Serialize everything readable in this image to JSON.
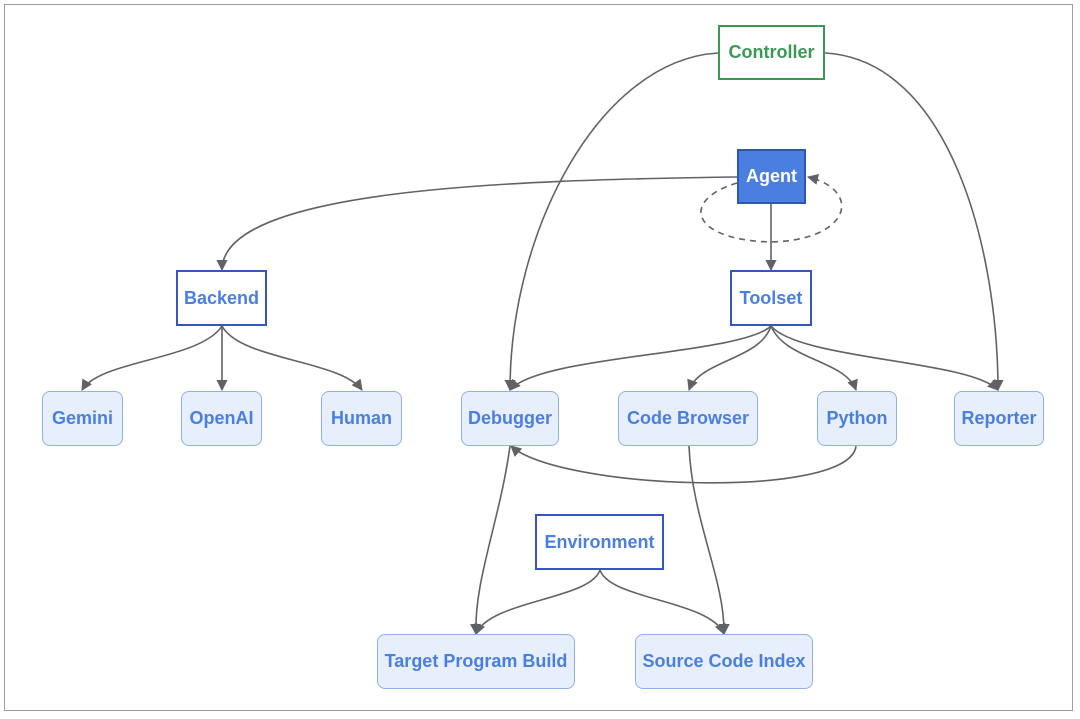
{
  "colors": {
    "edge": "#5f6368",
    "leaf_fill": "#e8effc",
    "leaf_border": "#8fb0ec",
    "leaf_text": "#4a7fe0",
    "group_border": "#3456bd",
    "controller": "#3a9a55",
    "agent_fill": "#4a7fe0"
  },
  "nodes": {
    "controller": "Controller",
    "agent": "Agent",
    "backend": "Backend",
    "toolset": "Toolset",
    "gemini": "Gemini",
    "openai": "OpenAI",
    "human": "Human",
    "debugger": "Debugger",
    "code_browser": "Code Browser",
    "python": "Python",
    "reporter": "Reporter",
    "environment": "Environment",
    "target_program_build": "Target Program Build",
    "source_code_index": "Source Code Index"
  },
  "edges": [
    {
      "from": "controller",
      "to": "debugger"
    },
    {
      "from": "controller",
      "to": "reporter"
    },
    {
      "from": "agent",
      "to": "backend"
    },
    {
      "from": "agent",
      "to": "toolset"
    },
    {
      "from": "agent",
      "to": "agent",
      "style": "dashed"
    },
    {
      "from": "backend",
      "to": "gemini"
    },
    {
      "from": "backend",
      "to": "openai"
    },
    {
      "from": "backend",
      "to": "human"
    },
    {
      "from": "toolset",
      "to": "debugger"
    },
    {
      "from": "toolset",
      "to": "code_browser"
    },
    {
      "from": "toolset",
      "to": "python"
    },
    {
      "from": "toolset",
      "to": "reporter"
    },
    {
      "from": "python",
      "to": "debugger"
    },
    {
      "from": "debugger",
      "to": "target_program_build"
    },
    {
      "from": "code_browser",
      "to": "source_code_index"
    },
    {
      "from": "environment",
      "to": "target_program_build"
    },
    {
      "from": "environment",
      "to": "source_code_index"
    }
  ]
}
